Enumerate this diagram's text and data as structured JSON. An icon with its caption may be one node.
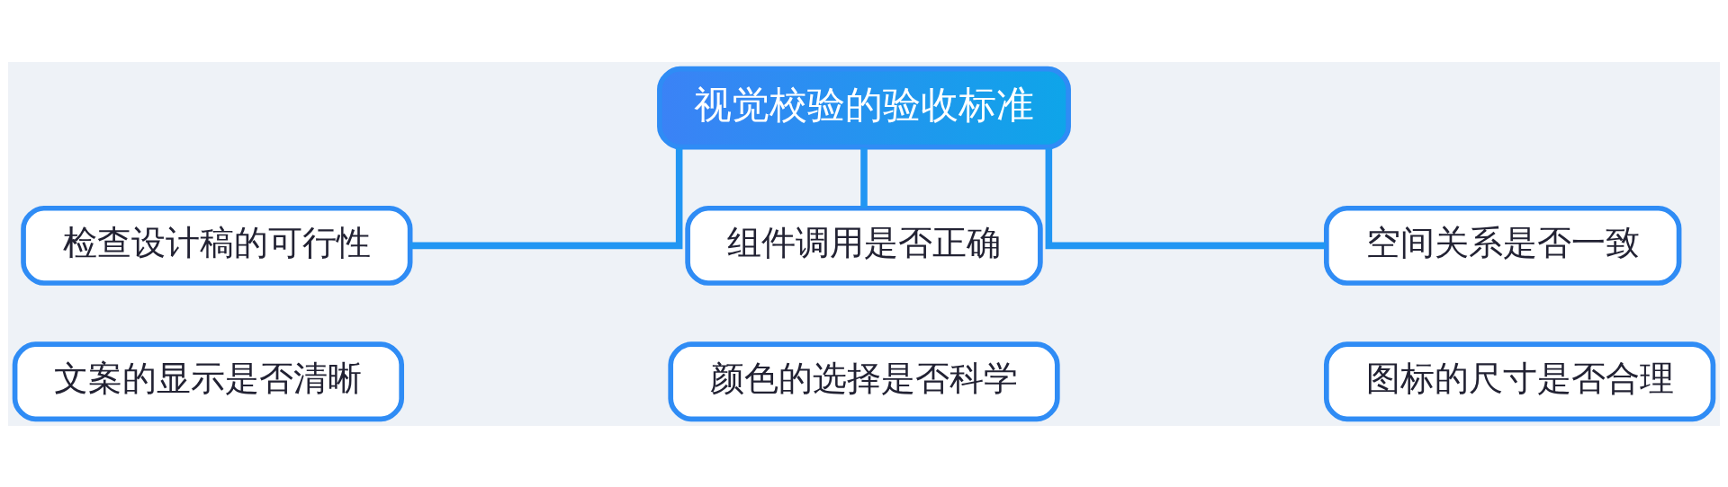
{
  "diagram": {
    "nodes": [
      {
        "text": [
          "视觉校验的验收标准"
        ]
      },
      {
        "text": [
          "检查设计稿的可行性"
        ]
      },
      {
        "text": [
          "组件调用是否正确"
        ]
      },
      {
        "text": [
          "空间关系是否一致"
        ]
      },
      {
        "text": [
          "文案的显示是否清晰"
        ]
      },
      {
        "text": [
          "颜色的选择是否科学"
        ]
      },
      {
        "text": [
          "图标的尺寸是否合理"
        ]
      }
    ],
    "edges": [
      {
        "from": 0,
        "to": 1,
        "arrow": "none"
      },
      {
        "from": 0,
        "to": 2,
        "arrow": "none"
      },
      {
        "from": 0,
        "to": 3,
        "arrow": "none"
      }
    ]
  }
}
